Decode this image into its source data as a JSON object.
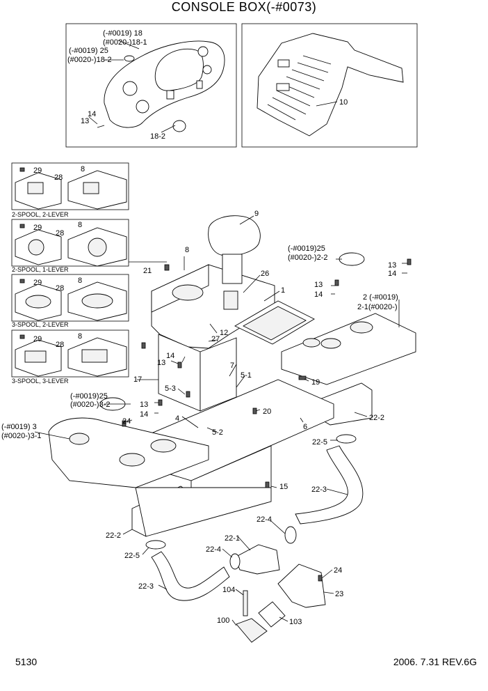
{
  "title": "CONSOLE BOX(-#0073)",
  "footer": {
    "page": "5130",
    "date_rev": "2006. 7.31  REV.6G"
  },
  "insets": {
    "spool_variants": [
      "2-SPOOL, 2-LEVER",
      "2-SPOOL, 1-LEVER",
      "3-SPOOL, 2-LEVER",
      "3-SPOOL, 3-LEVER"
    ],
    "inset_part_labels": [
      "29",
      "28",
      "8"
    ]
  },
  "labels": {
    "p18": "(-#0019) 18",
    "p18_1": "(#0020-)18-1",
    "p25a": "(-#0019) 25",
    "p18_2a": "(#0020-)18-2",
    "p14a": "14",
    "p13a": "13",
    "p18_2b": "18-2",
    "p10": "10",
    "p9": "9",
    "p8": "8",
    "p21": "21",
    "p26": "26",
    "p1": "1",
    "p25b": "(-#0019)25",
    "p2_2": "(#0020-)2-2",
    "p13b": "13",
    "p14b": "14",
    "p13c": "13",
    "p14c": "14",
    "p2": "2 (-#0019)",
    "p2_1": "2-1(#0020-)",
    "p12": "12",
    "p27": "27",
    "p14d": "14",
    "p13d": "13",
    "p7": "7",
    "p5_1": "5-1",
    "p19": "19",
    "p17": "17",
    "p5_3": "5-3",
    "p25c": "(-#0019)25",
    "p3_2": "(#0020-)3-2",
    "p13e": "13",
    "p14e": "14",
    "p24a": "24",
    "p4": "4",
    "p20": "20",
    "p6": "6",
    "p22_2a": "22-2",
    "p5_2": "5-2",
    "p3": "(-#0019) 3",
    "p3_1": "(#0020-)3-1",
    "p22_5a": "22-5",
    "p15": "15",
    "p22_3a": "22-3",
    "p22_4a": "22-4",
    "p22_2b": "22-2",
    "p22_1": "22-1",
    "p22_5b": "22-5",
    "p22_4b": "22-4",
    "p24b": "24",
    "p22_3b": "22-3",
    "p23": "23",
    "p104": "104",
    "p100": "100",
    "p103": "103"
  }
}
